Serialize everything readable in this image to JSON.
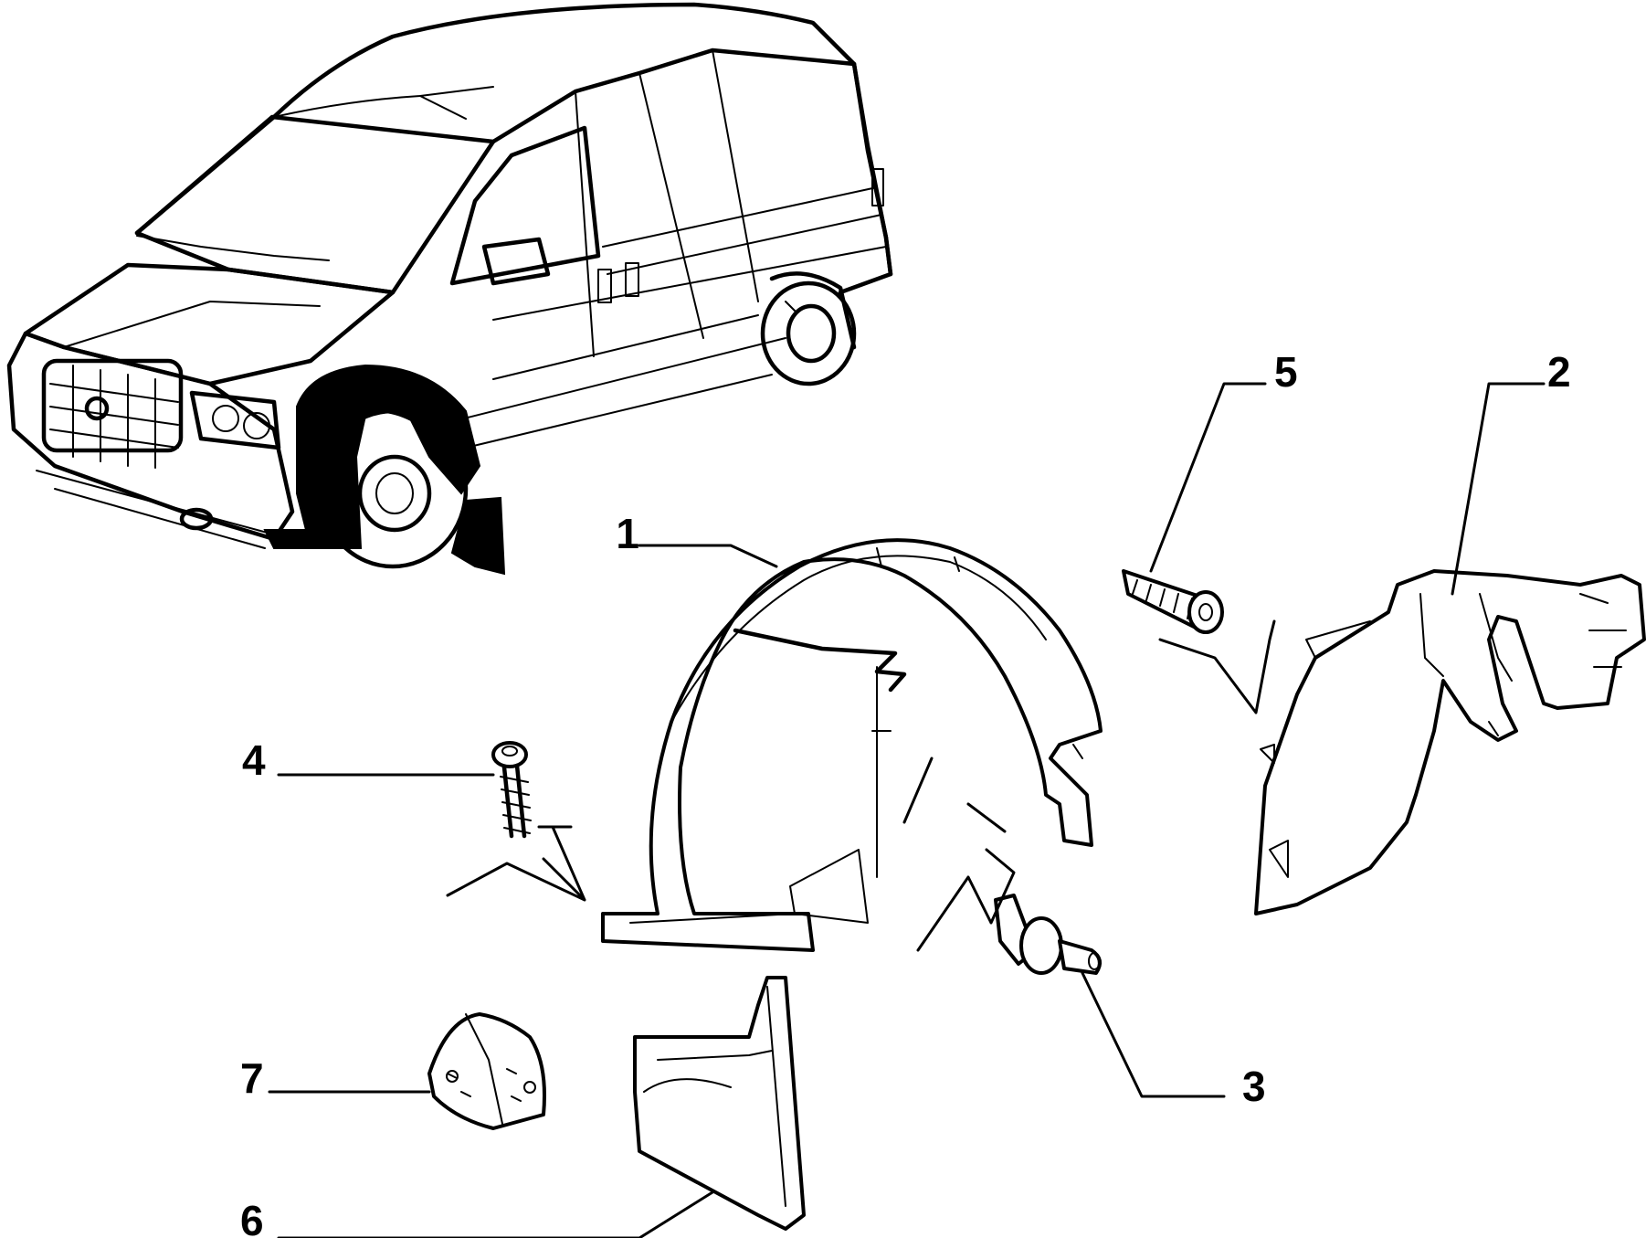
{
  "diagram": {
    "callouts": [
      {
        "id": "1",
        "label": "1"
      },
      {
        "id": "2",
        "label": "2"
      },
      {
        "id": "3",
        "label": "3"
      },
      {
        "id": "4",
        "label": "4"
      },
      {
        "id": "5",
        "label": "5"
      },
      {
        "id": "6",
        "label": "6"
      },
      {
        "id": "7",
        "label": "7"
      }
    ],
    "colors": {
      "line": "#000000",
      "background": "#ffffff",
      "highlight": "#000000"
    }
  }
}
